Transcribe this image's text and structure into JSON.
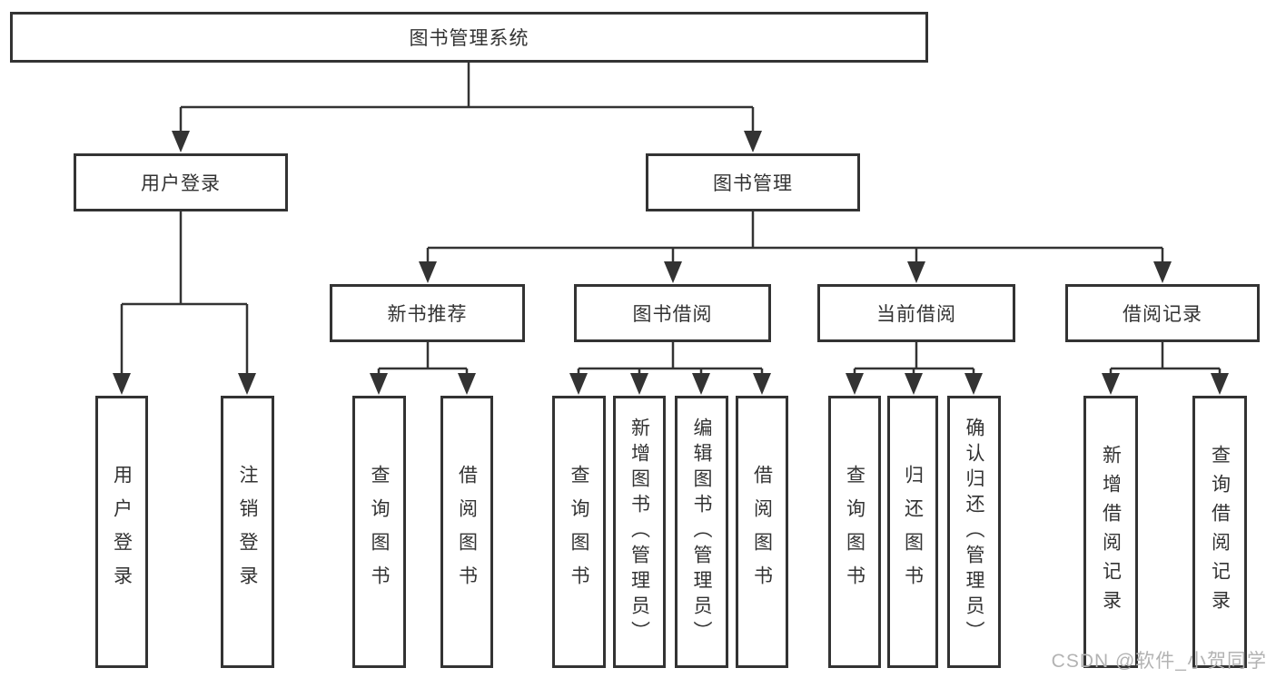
{
  "title": "图书管理系统",
  "tree": {
    "label": "图书管理系统",
    "children": [
      {
        "label": "用户登录",
        "children": [
          {
            "label": "用户登录"
          },
          {
            "label": "注销登录"
          }
        ]
      },
      {
        "label": "图书管理",
        "children": [
          {
            "label": "新书推荐",
            "children": [
              {
                "label": "查询图书"
              },
              {
                "label": "借阅图书"
              }
            ]
          },
          {
            "label": "图书借阅",
            "children": [
              {
                "label": "查询图书"
              },
              {
                "label": "新增图书（管理员）"
              },
              {
                "label": "编辑图书（管理员）"
              },
              {
                "label": "借阅图书"
              }
            ]
          },
          {
            "label": "当前借阅",
            "children": [
              {
                "label": "查询图书"
              },
              {
                "label": "归还图书"
              },
              {
                "label": "确认归还（管理员）"
              }
            ]
          },
          {
            "label": "借阅记录",
            "children": [
              {
                "label": "新增借阅记录"
              },
              {
                "label": "查询借阅记录"
              }
            ]
          }
        ]
      }
    ]
  },
  "watermark": {
    "text": "CSDN @软件_小贺同学"
  },
  "colors": {
    "background": "#ffffff",
    "line": "#333333",
    "box_border": "#333333",
    "box_fill": "#ffffff",
    "text": "#333333",
    "watermark": "#b3b3b3"
  }
}
